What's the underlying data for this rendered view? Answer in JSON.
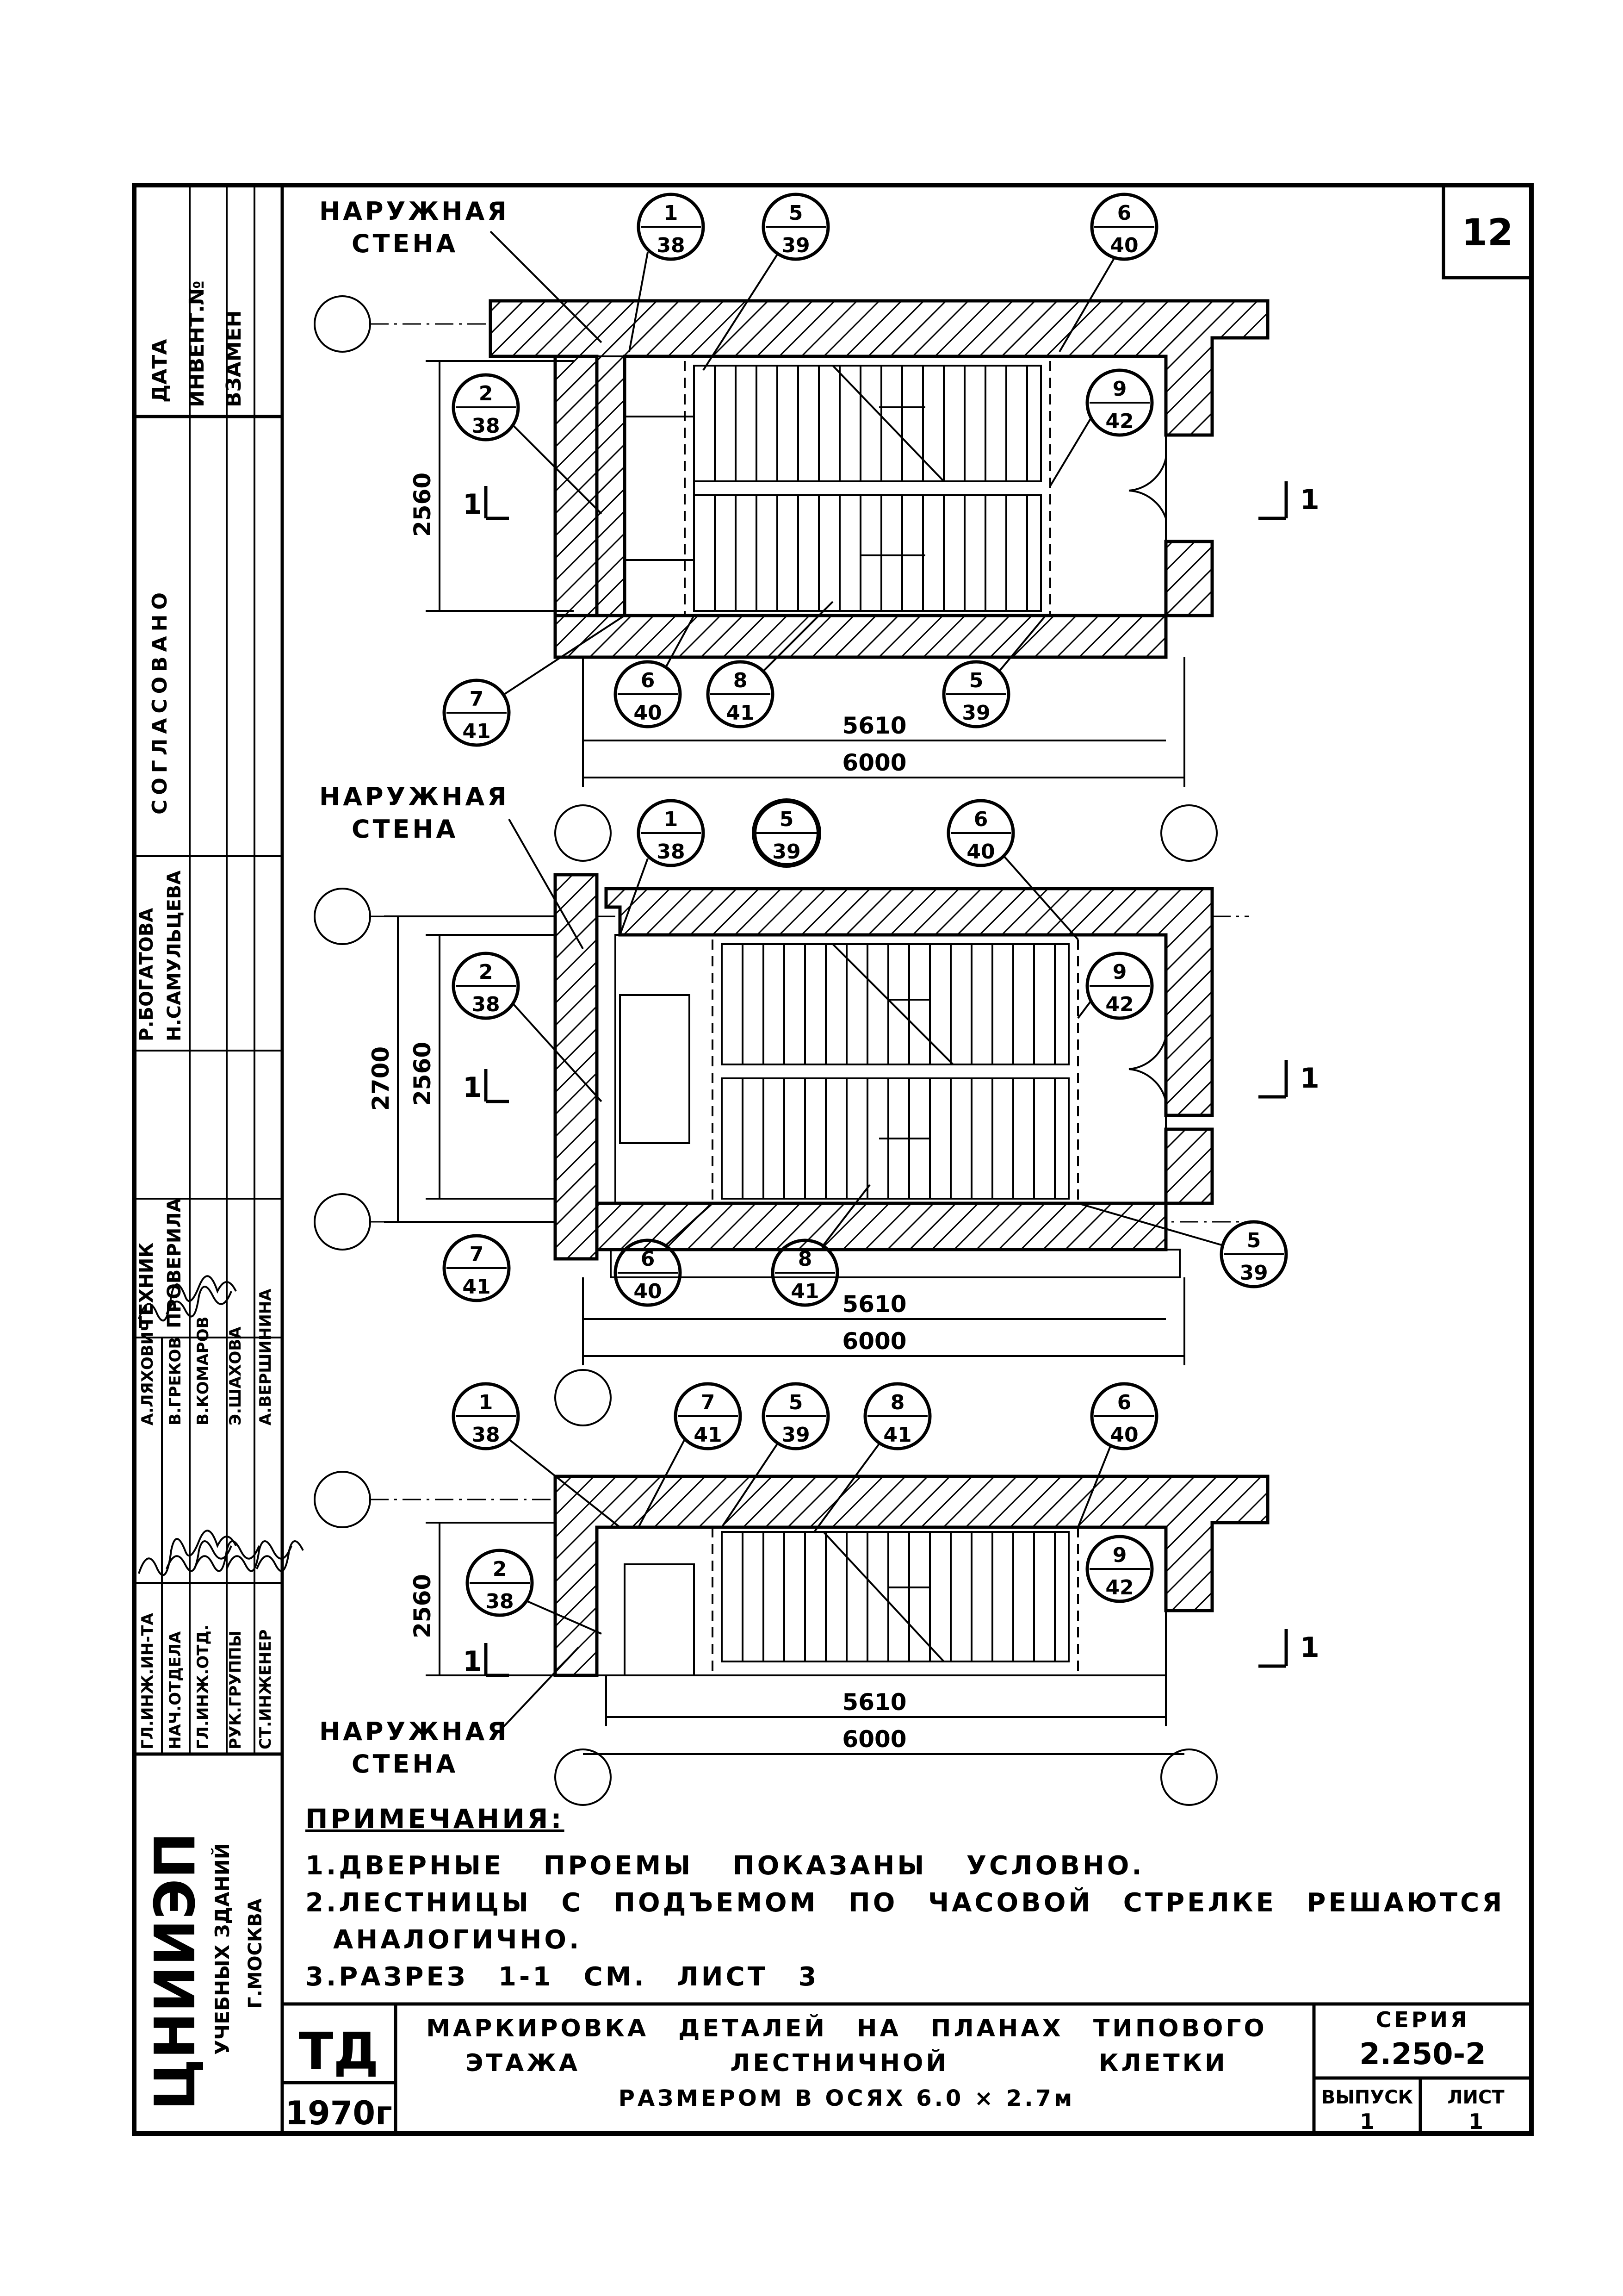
{
  "sheet": {
    "sheet_number": "12",
    "side_headers": [
      "ДАТА",
      "ИНВЕНТ.№",
      "ВЗАМЕН",
      "СОГЛАСОВАНО"
    ],
    "staff": [
      {
        "role": "ТЕХНИК",
        "name": "Р.БОГАТОВА"
      },
      {
        "role": "ПРОВЕРИЛА",
        "name": "Н.САМУЛЬЦЕВА"
      },
      {
        "role": "ГЛ.ИНЖ.ИН-ТА",
        "name": "А.ЛЯХОВИЧ"
      },
      {
        "role": "НАЧ.ОТДЕЛА",
        "name": "В.ГРЕКОВ"
      },
      {
        "role": "ГЛ.ИНЖ.ОТД.",
        "name": "В.КОМАРОВ"
      },
      {
        "role": "РУК.ГРУППЫ",
        "name": "Э.ШАХОВА"
      },
      {
        "role": "СТ.ИНЖЕНЕР",
        "name": "А.ВЕРШИНИНА"
      }
    ],
    "org": {
      "name": "ЦНИИЭП",
      "line2": "УЧЕБНЫХ ЗДАНИЙ",
      "city": "Г.МОСКВА"
    }
  },
  "plans": [
    {
      "wall_label": [
        "НАРУЖНАЯ",
        "СТЕНА"
      ],
      "dims": {
        "height": "2560",
        "inner": "5610",
        "outer": "6000"
      },
      "section_mark": "1",
      "refs": {
        "top_left": [
          "1",
          "38"
        ],
        "top_mid": [
          "5",
          "39"
        ],
        "top_right": [
          "6",
          "40"
        ],
        "left": [
          "2",
          "38"
        ],
        "right": [
          "9",
          "42"
        ],
        "bl_a": [
          "7",
          "41"
        ],
        "bl_b": [
          "6",
          "40"
        ],
        "bl_c": [
          "8",
          "41"
        ],
        "br": [
          "5",
          "39"
        ]
      }
    },
    {
      "wall_label": [
        "НАРУЖНАЯ",
        "СТЕНА"
      ],
      "dims": {
        "height_outer": "2700",
        "height": "2560",
        "inner": "5610",
        "outer": "6000"
      },
      "section_mark": "1",
      "refs": {
        "top_left": [
          "1",
          "38"
        ],
        "top_mid": [
          "5",
          "39"
        ],
        "top_right": [
          "6",
          "40"
        ],
        "left": [
          "2",
          "38"
        ],
        "right": [
          "9",
          "42"
        ],
        "bl_a": [
          "7",
          "41"
        ],
        "bl_b": [
          "6",
          "40"
        ],
        "bl_c": [
          "8",
          "41"
        ],
        "br": [
          "5",
          "39"
        ]
      }
    },
    {
      "wall_label": [
        "НАРУЖНАЯ",
        "СТЕНА"
      ],
      "dims": {
        "height": "2560",
        "inner": "5610",
        "outer": "6000"
      },
      "section_mark": "1",
      "refs": {
        "tl": [
          "1",
          "38"
        ],
        "t2": [
          "7",
          "41"
        ],
        "t3": [
          "5",
          "39"
        ],
        "t4": [
          "8",
          "41"
        ],
        "tr": [
          "6",
          "40"
        ],
        "left": [
          "2",
          "38"
        ],
        "right": [
          "9",
          "42"
        ]
      }
    }
  ],
  "notes": {
    "heading": "ПРИМЕЧАНИЯ:",
    "items": [
      "1.ДВЕРНЫЕ ПРОЕМЫ ПОКАЗАНЫ УСЛОВНО.",
      "2.ЛЕСТНИЦЫ С ПОДЪЕМОМ ПО ЧАСОВОЙ СТРЕЛКЕ РЕШАЮТСЯ",
      "АНАЛОГИЧНО.",
      "3.РАЗРЕЗ 1-1 СМ. ЛИСТ 3"
    ]
  },
  "title_block": {
    "code": "ТД",
    "year": "1970г",
    "title_lines": [
      "МАРКИРОВКА ДЕТАЛЕЙ НА ПЛАНАХ ТИПОВОГО",
      "ЭТАЖА ЛЕСТНИЧНОЙ КЛЕТКИ",
      "РАЗМЕРОМ В ОСЯХ 6.0 × 2.7м"
    ],
    "series_label": "СЕРИЯ",
    "series": "2.250-2",
    "issue_label": "ВЫПУСК",
    "issue": "1",
    "sheet_label": "ЛИСТ",
    "sheet": "1"
  }
}
